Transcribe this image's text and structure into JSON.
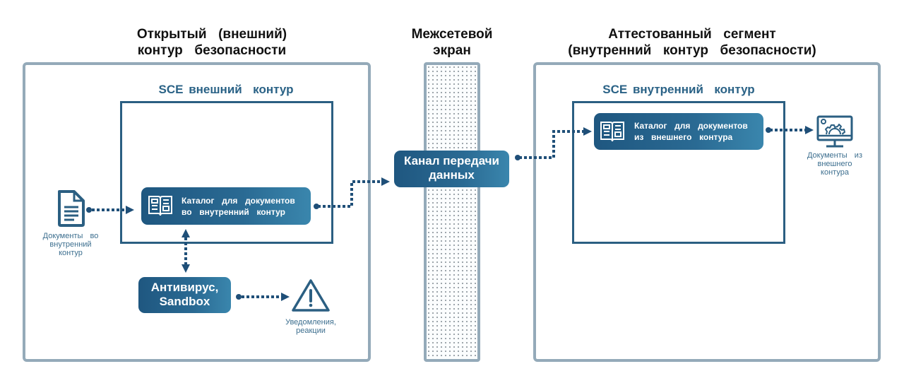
{
  "zones": {
    "open": {
      "title_line1": "Открытый  (внешний)",
      "title_line2": "контур  безопасности",
      "sce_title": "SCE внешний  контур"
    },
    "firewall": {
      "title_line1": "Межсетевой",
      "title_line2": "экран"
    },
    "certified": {
      "title_line1": "Аттестованный  сегмент",
      "title_line2": "(внутренний  контур  безопасности)",
      "sce_title": "SCE внутренний  контур"
    }
  },
  "nodes": {
    "catalog_outbound": {
      "line1": "Каталог  для  документов",
      "line2": "во  внутренний  контур",
      "icon": "book-catalog-icon"
    },
    "catalog_inbound": {
      "line1": "Каталог  для  документов",
      "line2": "из  внешнего  контура",
      "icon": "book-catalog-icon"
    },
    "channel": {
      "line1": "Канал передачи",
      "line2": "данных"
    },
    "antivirus": {
      "line1": "Антивирус,",
      "line2": "Sandbox"
    }
  },
  "endpoints": {
    "docs_in": {
      "icon": "document-icon",
      "line1": "Документы  во",
      "line2": "внутренний",
      "line3": "контур"
    },
    "alerts": {
      "icon": "warning-icon",
      "line1": "Уведомления,",
      "line2": "реакции"
    },
    "docs_out": {
      "icon": "computer-gear-icon",
      "line1": "Документы  из",
      "line2": "внешнего",
      "line3": "контура"
    }
  },
  "colors": {
    "zone_border": "#94aab9",
    "sce_border": "#2b5f82",
    "node_fill": "#1f5780",
    "node_fill_light": "#3a86ad",
    "connector": "#1f4f78",
    "caption_text": "#3d6f8f"
  }
}
